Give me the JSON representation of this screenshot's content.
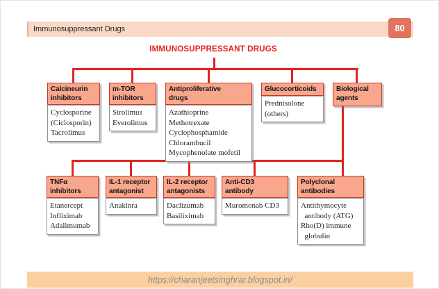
{
  "topbar": {
    "title": "Immunosuppressant Drugs",
    "page_number": "80"
  },
  "diagram": {
    "title": "IMMUNOSUPPRESSANT DRUGS",
    "level1": [
      {
        "header": "Calcineurin\ninhibitors",
        "items": "Cyclosporine\n(Ciclosporin)\nTacrolimus"
      },
      {
        "header": "m-TOR\ninhibitors",
        "items": "Sirolimus\nEverolimus"
      },
      {
        "header": "Antiproliferative\ndrugs",
        "items": "Azathioprine\nMethotrexate\nCyclophosphamide\nChlorambucil\nMycophenolate mofetil"
      },
      {
        "header": "Glucocorticoids",
        "items": "Prednisolone\n(others)"
      },
      {
        "header": "Biological\nagents"
      }
    ],
    "level2": [
      {
        "header": "TNFα\ninhibitors",
        "items": "Etanercept\nInfliximab\nAdalimumab"
      },
      {
        "header": "IL-1 receptor\nantagonist",
        "items": "Anakinra"
      },
      {
        "header": "IL-2 receptor\nantagonists",
        "items": "Daclizumab\nBasiliximab"
      },
      {
        "header": "Anti-CD3\nantibody",
        "items": "Muromonab CD3"
      },
      {
        "header": "Polyclonal\nantibodies",
        "items": "Antithymocyte\n  antibody (ATG)\nRho(D) immune\n  globulin"
      }
    ]
  },
  "footer": {
    "url": "https://charanjeetsinghrar.blogspot.in/"
  },
  "colors": {
    "line_red": "#e02421",
    "title_red": "#e8211d",
    "node_fill": "#f8a78c",
    "node_border": "#c23a28",
    "topbar_bg": "#f9d9c6",
    "footer_bg": "#fbcf9f",
    "badge_bg": "#e0745c"
  }
}
